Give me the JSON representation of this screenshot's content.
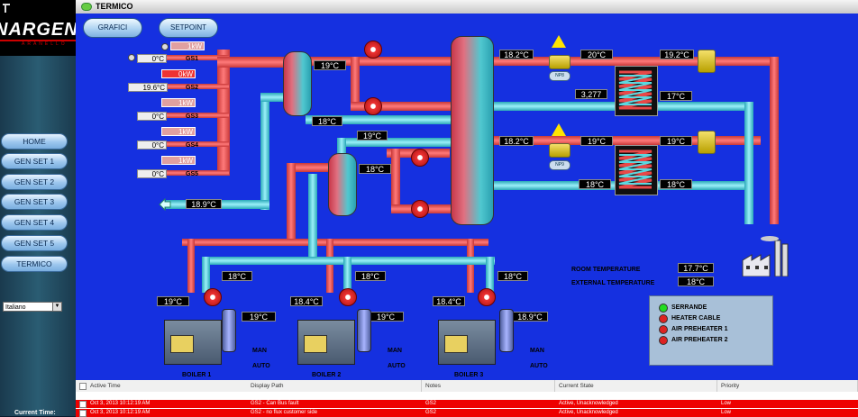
{
  "window": {
    "title": "TERMICO"
  },
  "brand": {
    "name": "NARGEN",
    "sub": "ARANELLO"
  },
  "sidebar": {
    "items": [
      {
        "label": "HOME"
      },
      {
        "label": "GEN SET 1"
      },
      {
        "label": "GEN SET 2"
      },
      {
        "label": "GEN SET 3"
      },
      {
        "label": "GEN SET 4"
      },
      {
        "label": "GEN SET 5"
      },
      {
        "label": "TERMICO"
      }
    ],
    "language": "Italiano",
    "current_time_label": "Current Time:"
  },
  "toolbar": {
    "grafici": "GRAFICI",
    "setpoint": "SETPOINT"
  },
  "gensets": [
    {
      "kw": "1kW",
      "label": "GS1",
      "temp": "0°C"
    },
    {
      "kw": "0kW",
      "label": "GS2",
      "temp": "19.6°C"
    },
    {
      "kw": "1kW",
      "label": "GS3",
      "temp": "0°C"
    },
    {
      "kw": "1kW",
      "label": "GS4",
      "temp": "0°C"
    },
    {
      "kw": "1kW",
      "label": "GS5",
      "temp": "0°C"
    }
  ],
  "values": {
    "collector_in": "19°C",
    "collector_out": "18°C",
    "return_a": "19°C",
    "separator_in": "18°C",
    "return_line": "18.9°C",
    "tank_out1": "18.2°C",
    "tank_out2": "18.2°C",
    "hx1_in": "20°C",
    "hx1_out": "19.2°C",
    "hx1_return": "17°C",
    "hx1_flow": "3,277",
    "hx2_in": "19°C",
    "hx2_out": "19°C",
    "hx2_a": "18°C",
    "hx2_b": "18°C",
    "b1_in": "19°C",
    "b1_out": "18°C",
    "b1_temp": "19°C",
    "b2_in": "18.4°C",
    "b2_out": "18°C",
    "b2_temp": "19°C",
    "b3_in": "18.4°C",
    "b3_out": "18°C",
    "b3_temp": "18.9°C",
    "room_temp": "17.7°C",
    "ext_temp": "18°C"
  },
  "labels": {
    "np8": "NP8",
    "np9": "NP9",
    "room": "ROOM TEMPERATURE",
    "external": "EXTERNAL TEMPERATURE",
    "man": "MAN",
    "auto": "AUTO",
    "boiler1": "BOILER 1",
    "boiler2": "BOILER 2",
    "boiler3": "BOILER 3"
  },
  "legend": [
    {
      "label": "SERRANDE",
      "color": "#22dd22"
    },
    {
      "label": "HEATER CABLE",
      "color": "#dd2222"
    },
    {
      "label": "AIR PREHEATER 1",
      "color": "#dd2222"
    },
    {
      "label": "AIR PREHEATER 2",
      "color": "#dd2222"
    }
  ],
  "alarms": {
    "headers": [
      "Active Time",
      "Display Path",
      "Notes",
      "Current State",
      "Priority"
    ],
    "rows": [
      [
        "Oct 3, 2013 10:12:19 AM",
        "GS2 - Can Bus fault",
        "GS2",
        "Active, Unacknowledged",
        "Low"
      ],
      [
        "Oct 3, 2013 10:12:19 AM",
        "GS2 - no flux customer side",
        "GS2",
        "Active, Unacknowledged",
        "Low"
      ]
    ]
  },
  "colors": {
    "hot_pipe": "#e05050",
    "cold_pipe": "#5ad8e0",
    "canvas": "#1530e0"
  }
}
